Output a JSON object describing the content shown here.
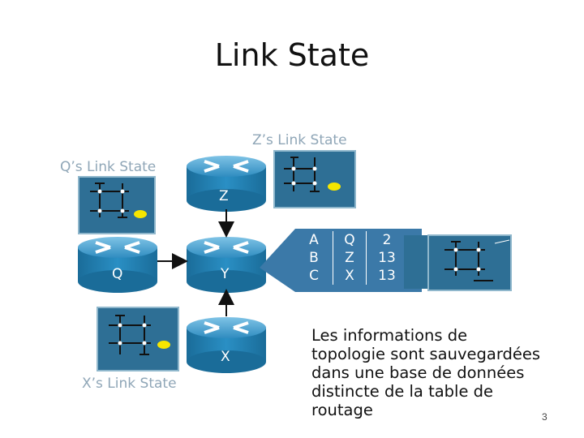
{
  "title": "Link State",
  "labels": {
    "z_link_state": "Z’s Link State",
    "q_link_state": "Q’s Link State",
    "x_link_state": "X’s Link State"
  },
  "routers": {
    "z": "Z",
    "q": "Q",
    "y": "Y",
    "x": "X"
  },
  "table": {
    "rows": [
      [
        "A",
        "Q",
        "2"
      ],
      [
        "B",
        "Z",
        "13"
      ],
      [
        "C",
        "X",
        "13"
      ]
    ]
  },
  "body_text": [
    "Les  informations de",
    "topologie sont sauvegardées",
    "dans une base de données",
    "distincte de la table de",
    "routage"
  ],
  "page_number": "3",
  "colors": {
    "router_blue": "#1f7fb2",
    "panel_blue": "#2e6f95",
    "callout_blue": "#3b79a8",
    "label_gray": "#8fa6b7"
  }
}
